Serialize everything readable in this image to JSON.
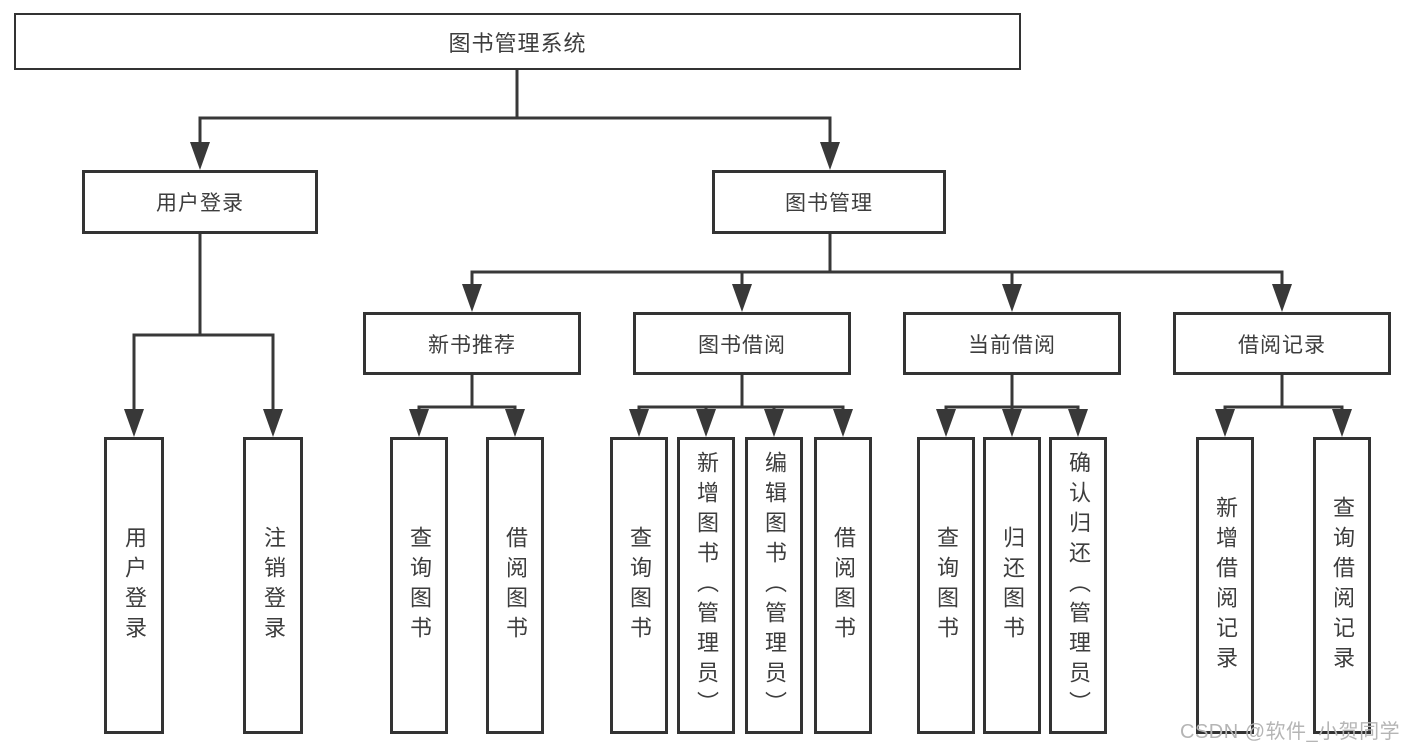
{
  "diagram": {
    "title": "图书管理系统",
    "type": "hierarchy-tree",
    "watermark": "CSDN @软件_小贺同学",
    "colors": {
      "line": "#383838",
      "border": "#333333",
      "text": "#3d3d3d",
      "background": "#ffffff",
      "watermark_text": "#b5b5b5"
    },
    "nodes": {
      "root": {
        "label": "图书管理系统"
      },
      "user_login": {
        "label": "用户登录"
      },
      "book_management": {
        "label": "图书管理"
      },
      "login": {
        "label": "用户登录"
      },
      "logout": {
        "label": "注销登录"
      },
      "new_book_recommend": {
        "label": "新书推荐"
      },
      "book_borrow": {
        "label": "图书借阅"
      },
      "current_borrow": {
        "label": "当前借阅"
      },
      "borrow_records": {
        "label": "借阅记录"
      },
      "rec_query_books": {
        "label": "查询图书"
      },
      "rec_borrow_books": {
        "label": "借阅图书"
      },
      "bb_query_books": {
        "label": "查询图书"
      },
      "bb_add_books": {
        "label": "新增图书（管理员）"
      },
      "bb_edit_books": {
        "label": "编辑图书（管理员）"
      },
      "bb_borrow_books": {
        "label": "借阅图书"
      },
      "cb_query_books": {
        "label": "查询图书"
      },
      "cb_return_books": {
        "label": "归还图书"
      },
      "cb_confirm_return": {
        "label": "确认归还（管理员）"
      },
      "br_add_record": {
        "label": "新增借阅记录"
      },
      "br_query_record": {
        "label": "查询借阅记录"
      }
    }
  }
}
